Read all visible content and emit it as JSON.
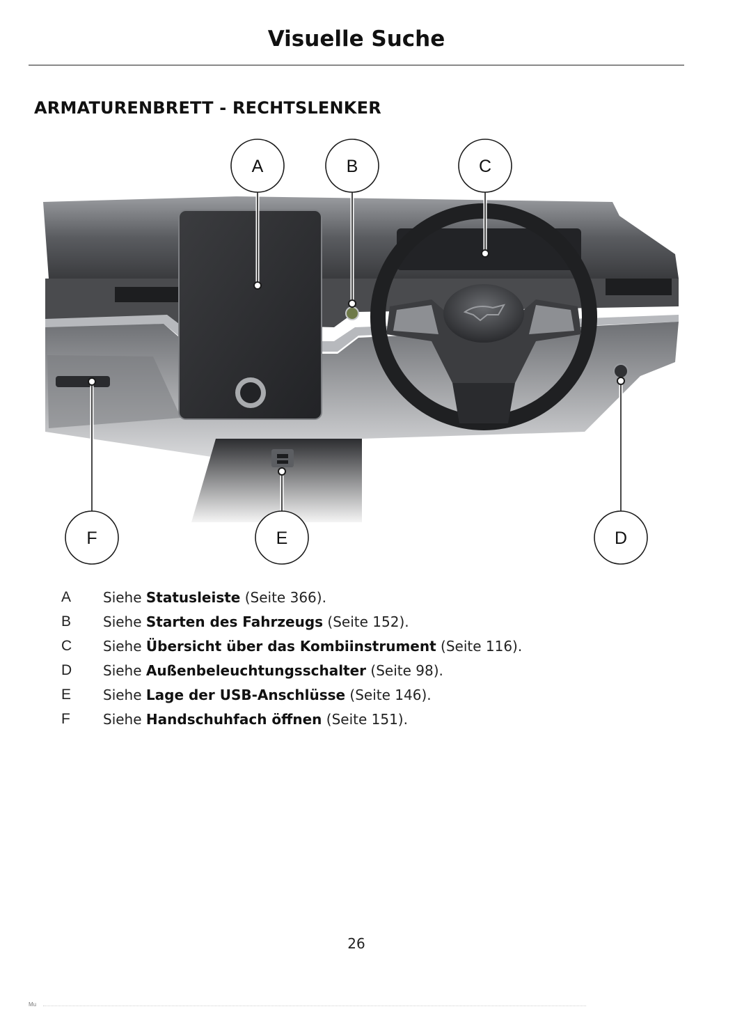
{
  "header": {
    "title": "Visuelle Suche"
  },
  "section": {
    "heading": "ARMATURENBRETT - RECHTSLENKER"
  },
  "figure": {
    "callouts": [
      {
        "letter": "A"
      },
      {
        "letter": "B"
      },
      {
        "letter": "C"
      },
      {
        "letter": "D"
      },
      {
        "letter": "E"
      },
      {
        "letter": "F"
      }
    ]
  },
  "legend": [
    {
      "letter": "A",
      "prefix": "Siehe ",
      "link": "Statusleiste",
      "suffix": " (Seite 366)."
    },
    {
      "letter": "B",
      "prefix": "Siehe ",
      "link": "Starten des Fahrzeugs",
      "suffix": " (Seite 152)."
    },
    {
      "letter": "C",
      "prefix": "Siehe ",
      "link": "Übersicht über das Kombiinstrument",
      "suffix": " (Seite 116)."
    },
    {
      "letter": "D",
      "prefix": "Siehe ",
      "link": "Außenbeleuchtungsschalter",
      "suffix": " (Seite 98)."
    },
    {
      "letter": "E",
      "prefix": "Siehe ",
      "link": "Lage der USB-Anschlüsse",
      "suffix": " (Seite 146)."
    },
    {
      "letter": "F",
      "prefix": "Siehe ",
      "link": "Handschuhfach öffnen",
      "suffix": " (Seite 151)."
    }
  ],
  "footer": {
    "page_number": "26",
    "mark": "Mu"
  }
}
